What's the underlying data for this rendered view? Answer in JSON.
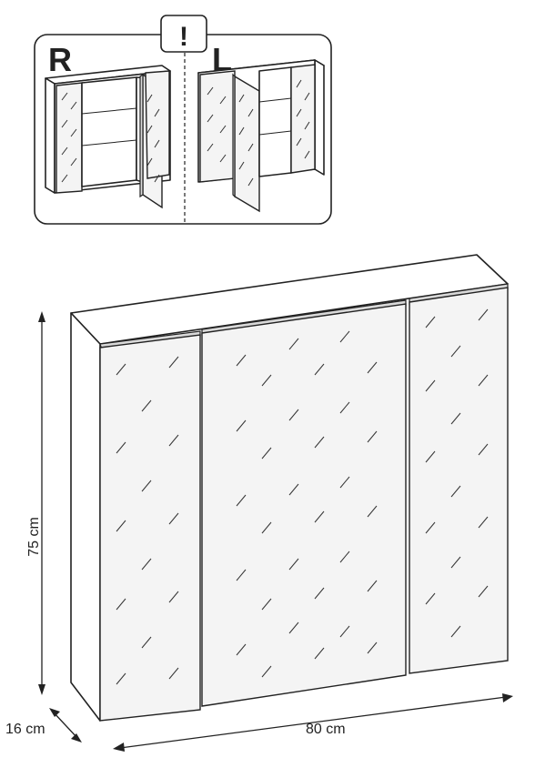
{
  "inset": {
    "warning_symbol": "!",
    "left_label": "R",
    "right_label": "L"
  },
  "dimensions": {
    "height": "75 cm",
    "width": "80 cm",
    "depth": "16 cm"
  }
}
